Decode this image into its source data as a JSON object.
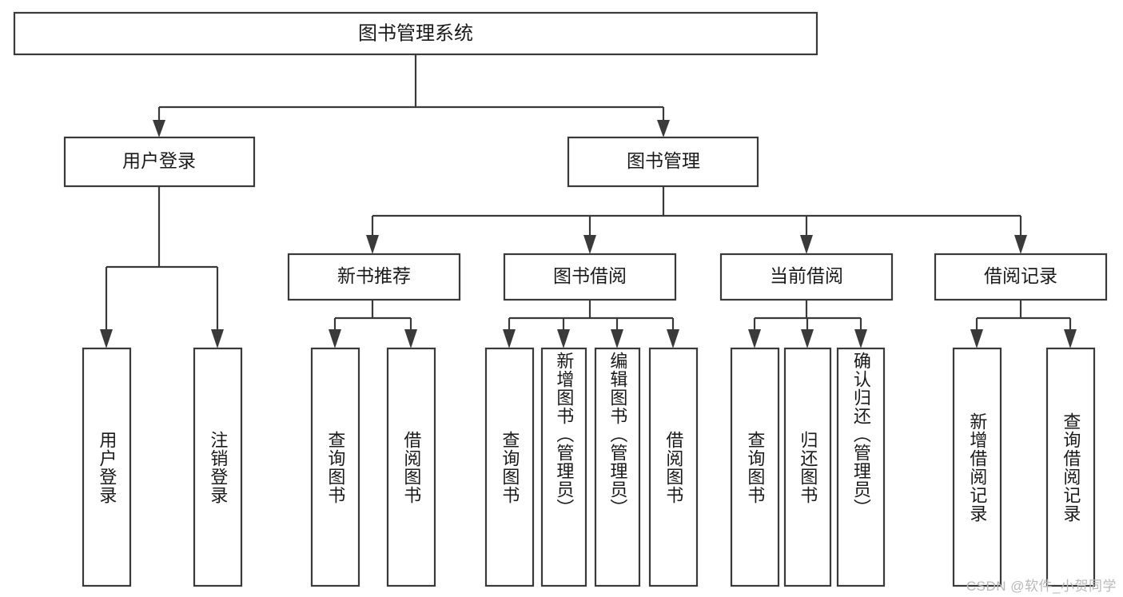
{
  "diagram": {
    "title": "图书管理系统",
    "type": "tree-hierarchy",
    "watermark": "CSDN @软件_小贺同学",
    "colors": {
      "stroke": "#3a3a3a",
      "fill": "#ffffff",
      "text": "#1a1a1a",
      "watermark": "#b9b9b9"
    },
    "levels": {
      "root": {
        "label": "图书管理系统"
      },
      "level1": [
        {
          "label": "用户登录"
        },
        {
          "label": "图书管理"
        }
      ],
      "level2": [
        {
          "label": "新书推荐"
        },
        {
          "label": "图书借阅"
        },
        {
          "label": "当前借阅"
        },
        {
          "label": "借阅记录"
        }
      ]
    },
    "nodes": {
      "root": "图书管理系统",
      "user_login": "用户登录",
      "book_manage": "图书管理",
      "new_book_rec": "新书推荐",
      "book_borrow": "图书借阅",
      "current_borrow": "当前借阅",
      "borrow_record": "借阅记录",
      "leaf_user_login": "用户登录",
      "leaf_user_logout": "注销登录",
      "leaf_query_book_1": "查询图书",
      "leaf_borrow_book_1": "借阅图书",
      "leaf_query_book_2": "查询图书",
      "leaf_add_book": "新增图书（管理员）",
      "leaf_edit_book": "编辑图书（管理员）",
      "leaf_borrow_book_2": "借阅图书",
      "leaf_query_book_3": "查询图书",
      "leaf_return_book": "归还图书",
      "leaf_confirm_return": "确认归还（管理员）",
      "leaf_add_record": "新增借阅记录",
      "leaf_query_record": "查询借阅记录"
    },
    "edges": [
      {
        "from": "root",
        "to": "user_login"
      },
      {
        "from": "root",
        "to": "book_manage"
      },
      {
        "from": "user_login",
        "to": "leaf_user_login"
      },
      {
        "from": "user_login",
        "to": "leaf_user_logout"
      },
      {
        "from": "book_manage",
        "to": "new_book_rec"
      },
      {
        "from": "book_manage",
        "to": "book_borrow"
      },
      {
        "from": "book_manage",
        "to": "current_borrow"
      },
      {
        "from": "book_manage",
        "to": "borrow_record"
      },
      {
        "from": "new_book_rec",
        "to": "leaf_query_book_1"
      },
      {
        "from": "new_book_rec",
        "to": "leaf_borrow_book_1"
      },
      {
        "from": "book_borrow",
        "to": "leaf_query_book_2"
      },
      {
        "from": "book_borrow",
        "to": "leaf_add_book"
      },
      {
        "from": "book_borrow",
        "to": "leaf_edit_book"
      },
      {
        "from": "book_borrow",
        "to": "leaf_borrow_book_2"
      },
      {
        "from": "current_borrow",
        "to": "leaf_query_book_3"
      },
      {
        "from": "current_borrow",
        "to": "leaf_return_book"
      },
      {
        "from": "current_borrow",
        "to": "leaf_confirm_return"
      },
      {
        "from": "borrow_record",
        "to": "leaf_add_record"
      },
      {
        "from": "borrow_record",
        "to": "leaf_query_record"
      }
    ]
  }
}
